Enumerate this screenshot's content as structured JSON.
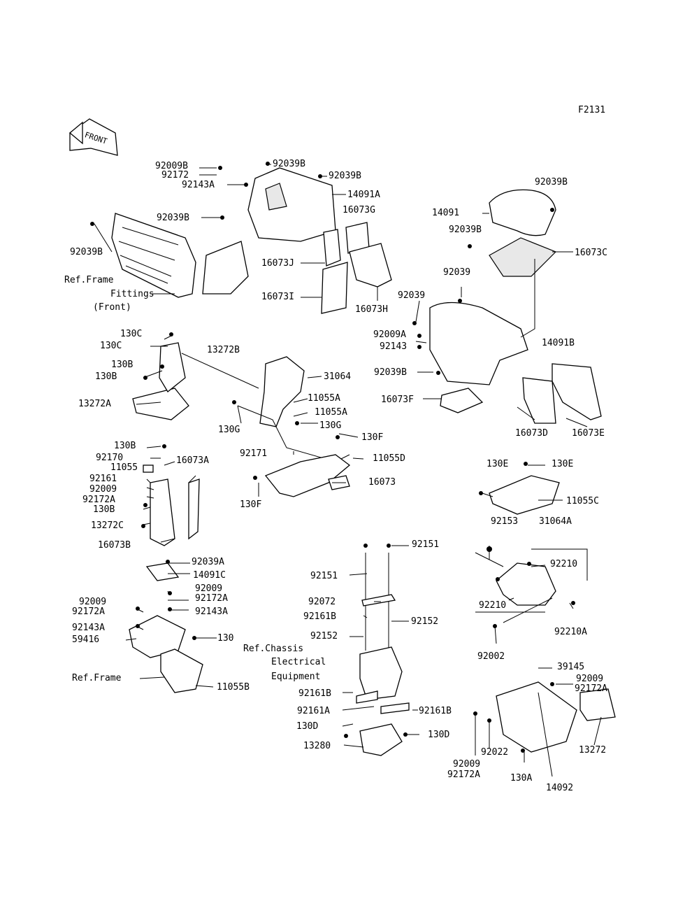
{
  "figure_code": "F2131",
  "front_arrow_label": "FRONT",
  "labels": {
    "l92009B_a": "92009B",
    "l92172_a": "92172",
    "l92143A_a": "92143A",
    "l92039B_a": "92039B",
    "l92039B_b": "92039B",
    "l14091A": "14091A",
    "l16073G": "16073G",
    "l92039B_c": "92039B",
    "l92039B_d": "92039B",
    "l16073J": "16073J",
    "l16073I": "16073I",
    "l16073H": "16073H",
    "ref_frame_fittings_1": "Ref.Frame",
    "ref_frame_fittings_2": "Fittings",
    "ref_frame_fittings_3": "(Front)",
    "l92039B_e": "92039B",
    "l14091": "14091",
    "l92039B_f": "92039B",
    "l16073C": "16073C",
    "l92039_a": "92039",
    "l92039_b": "92039",
    "l92009A": "92009A",
    "l92143": "92143",
    "l14091B": "14091B",
    "l92039B_g": "92039B",
    "l16073F": "16073F",
    "l16073D": "16073D",
    "l16073E": "16073E",
    "l130C_a": "130C",
    "l130C_b": "130C",
    "l13272B": "13272B",
    "l130B_a": "130B",
    "l130B_b": "130B",
    "l31064": "31064",
    "l11055A_a": "11055A",
    "l11055A_b": "11055A",
    "l13272A": "13272A",
    "l130G_a": "130G",
    "l130G_b": "130G",
    "l130F_a": "130F",
    "l130B_c": "130B",
    "l92170": "92170",
    "l16073A": "16073A",
    "l11055": "11055",
    "l92171": "92171",
    "l11055D": "11055D",
    "l92161": "92161",
    "l16073": "16073",
    "l92009_a": "92009",
    "l92172A_a": "92172A",
    "l130B_d": "130B",
    "l130F_b": "130F",
    "l13272C": "13272C",
    "l16073B": "16073B",
    "l130E_a": "130E",
    "l130E_b": "130E",
    "l11055C": "11055C",
    "l92153": "92153",
    "l31064A": "31064A",
    "l92151_a": "92151",
    "l92210_a": "92210",
    "l92039A": "92039A",
    "l14091C": "14091C",
    "l92151_b": "92151",
    "l92009_b": "92009",
    "l92172A_b": "92172A",
    "l92009_c": "92009",
    "l92172A_c": "92172A",
    "l92143A_b": "92143A",
    "l92072": "92072",
    "l92210_b": "92210",
    "l92143A_c": "92143A",
    "l92161B_a": "92161B",
    "l92152_a": "92152",
    "l59416": "59416",
    "l130": "130",
    "l92152_b": "92152",
    "l92210A": "92210A",
    "ref_chassis_1": "Ref.Chassis",
    "ref_chassis_2": "Electrical",
    "ref_chassis_3": "Equipment",
    "l92002": "92002",
    "ref_frame": "Ref.Frame",
    "l39145": "39145",
    "l92009_d": "92009",
    "l92172A_d": "92172A",
    "l11055B": "11055B",
    "l92161B_b": "92161B",
    "l92161A": "92161A",
    "l92161B_c": "92161B",
    "l130D_a": "130D",
    "l130D_b": "130D",
    "l13272": "13272",
    "l13280": "13280",
    "l92022": "92022",
    "l92009_e": "92009",
    "l92172A_e": "92172A",
    "l130A": "130A",
    "l14092": "14092"
  }
}
